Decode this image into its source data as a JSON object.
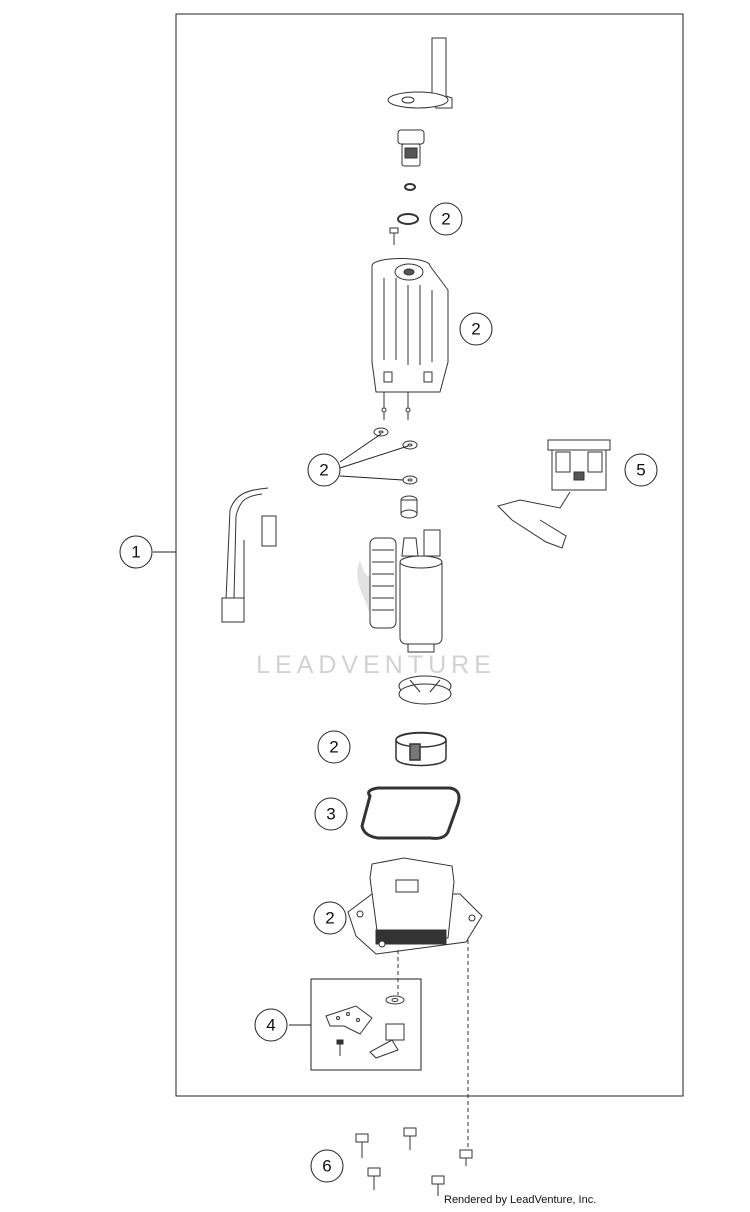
{
  "callouts": {
    "c1": "1",
    "c2a": "2",
    "c2b": "2",
    "c2c": "2",
    "c2d": "2",
    "c2e": "2",
    "c3": "3",
    "c4": "4",
    "c5": "5",
    "c6": "6"
  },
  "watermark": "LEADVENTURE",
  "credit": "Rendered by LeadVenture, Inc."
}
